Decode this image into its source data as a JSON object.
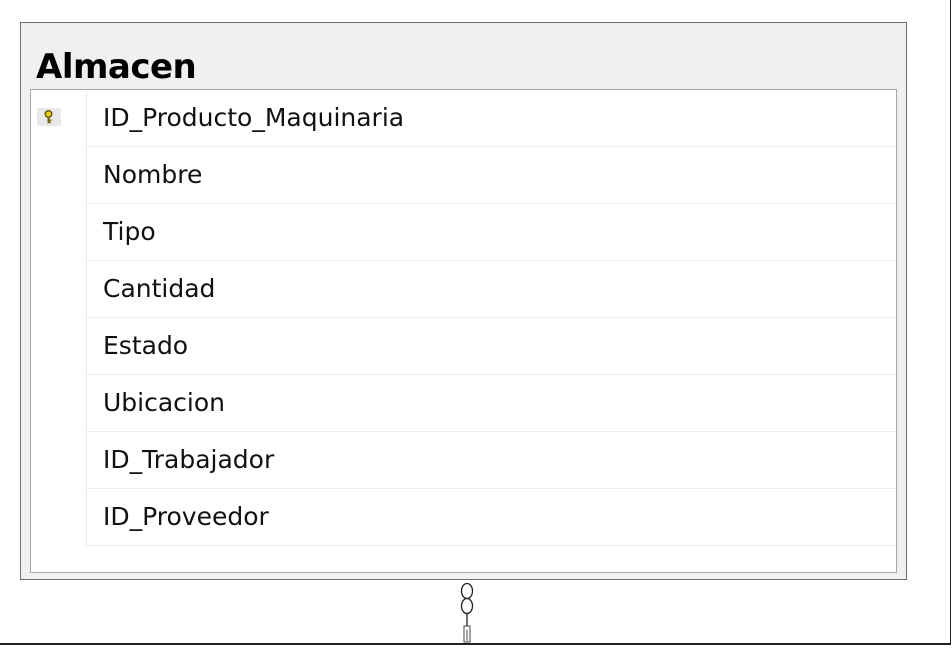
{
  "table": {
    "title": "Almacen",
    "columns": [
      {
        "name": "ID_Producto_Maquinaria",
        "primary_key": true
      },
      {
        "name": "Nombre",
        "primary_key": false
      },
      {
        "name": "Tipo",
        "primary_key": false
      },
      {
        "name": "Cantidad",
        "primary_key": false
      },
      {
        "name": "Estado",
        "primary_key": false
      },
      {
        "name": "Ubicacion",
        "primary_key": false
      },
      {
        "name": "ID_Trabajador",
        "primary_key": false
      },
      {
        "name": "ID_Proveedor",
        "primary_key": false
      }
    ]
  },
  "icons": {
    "primary_key": "key-icon",
    "relationship_end": "infinity-connector-icon"
  }
}
